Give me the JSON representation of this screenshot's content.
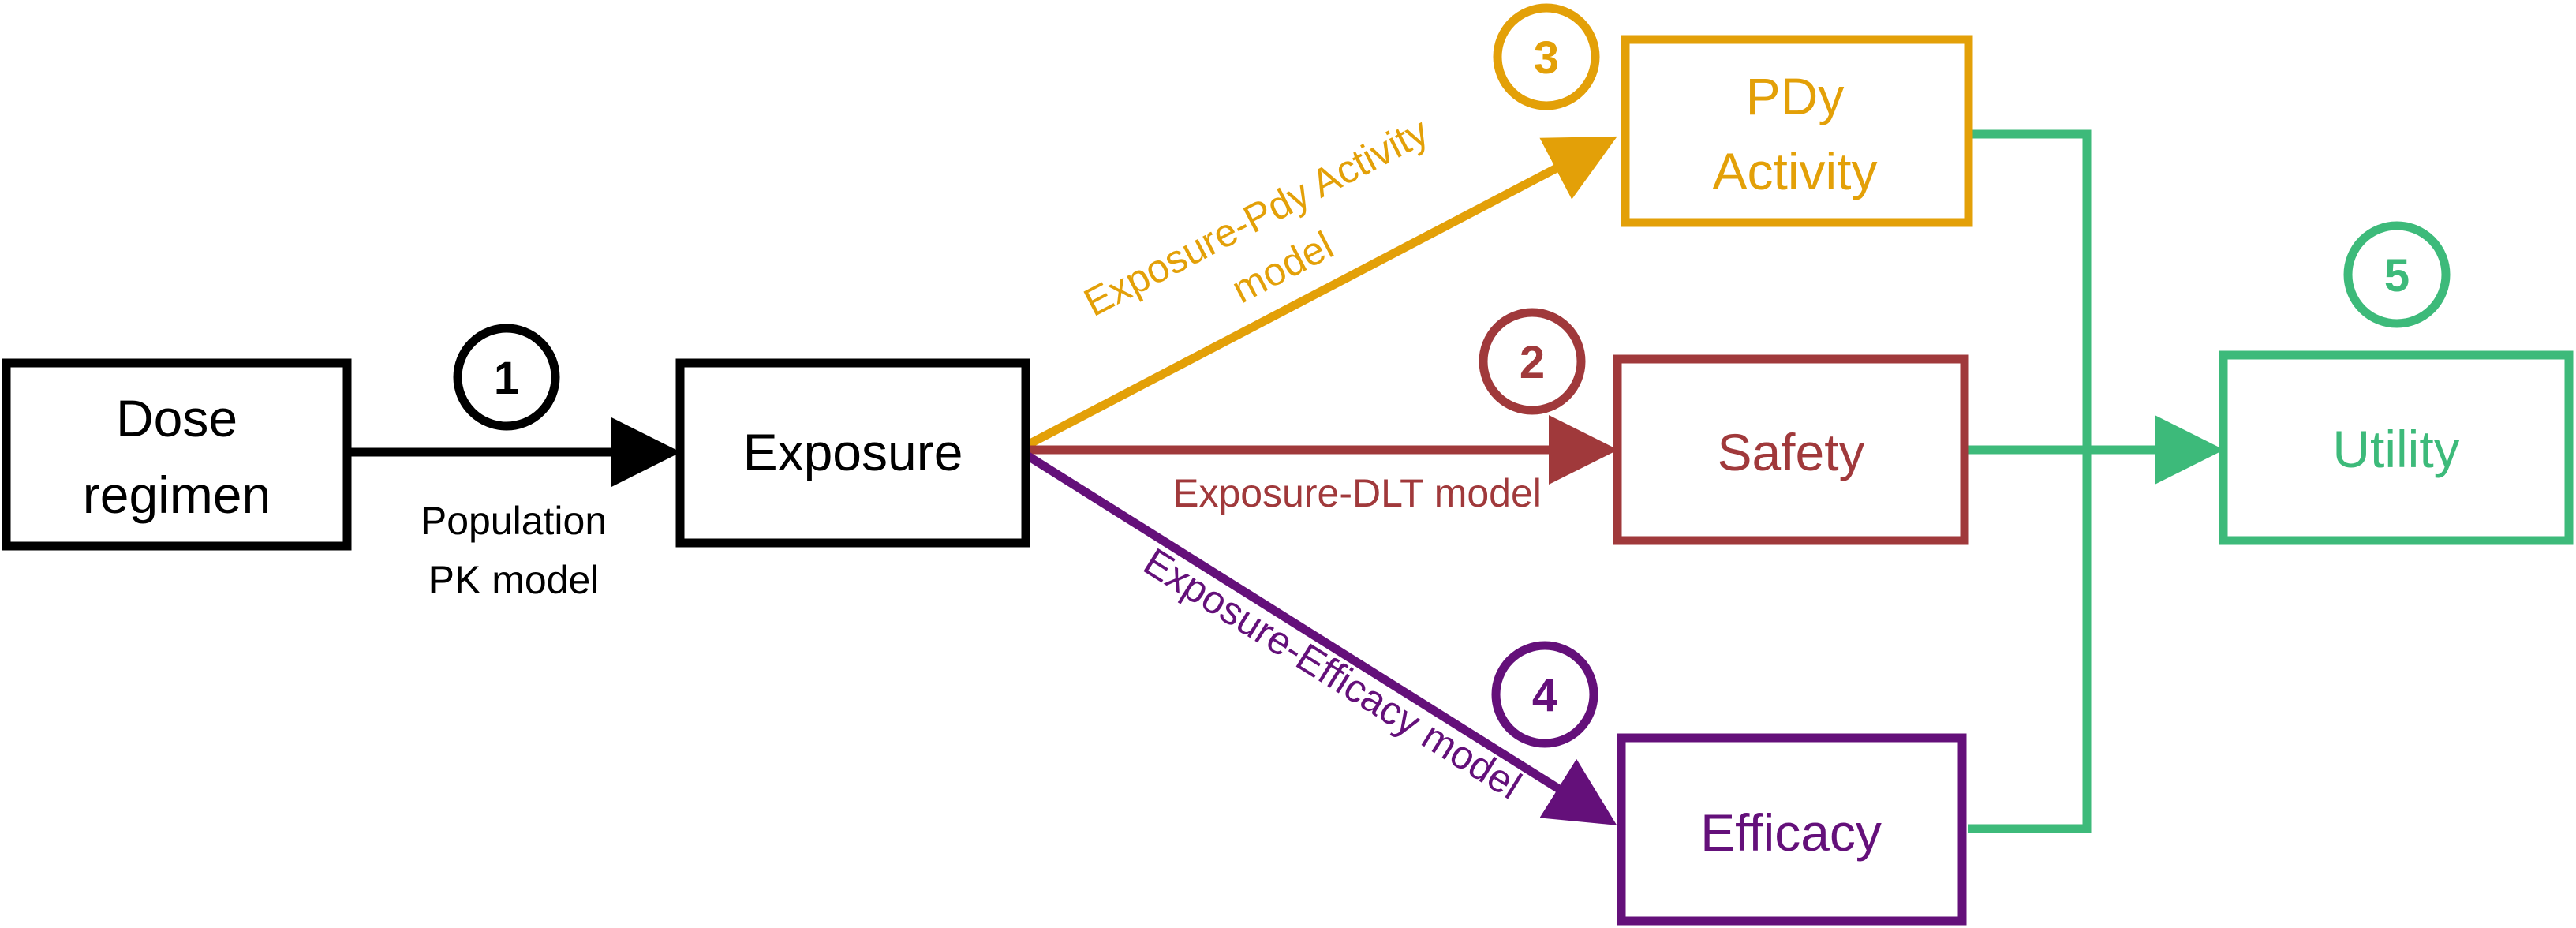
{
  "colors": {
    "black": "#000000",
    "orange": "#E3A008",
    "red": "#A0393B",
    "purple": "#64107A",
    "green": "#3DBA7A"
  },
  "nodes": {
    "dose": {
      "line1": "Dose",
      "line2": "regimen"
    },
    "exposure": {
      "label": "Exposure"
    },
    "pdy": {
      "line1": "PDy",
      "line2": "Activity"
    },
    "safety": {
      "label": "Safety"
    },
    "efficacy": {
      "label": "Efficacy"
    },
    "utility": {
      "label": "Utility"
    }
  },
  "edges": {
    "pk": {
      "number": "1",
      "line1": "Population",
      "line2": "PK model"
    },
    "dlt": {
      "number": "2",
      "label": "Exposure-DLT model"
    },
    "pdy": {
      "number": "3",
      "line1": "Exposure-Pdy Activity",
      "line2": "model"
    },
    "efficacy": {
      "number": "4",
      "label": "Exposure-Efficacy model"
    },
    "utility": {
      "number": "5"
    }
  }
}
